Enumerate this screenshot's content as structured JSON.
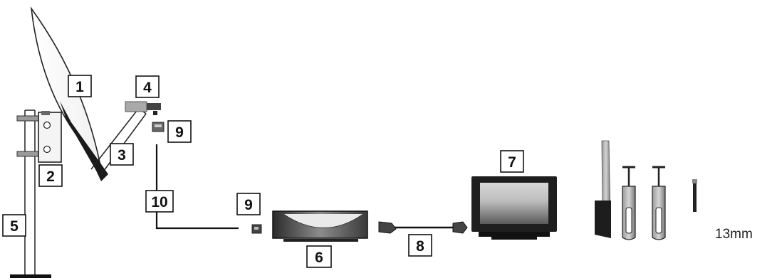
{
  "labels": {
    "dish": "1",
    "bracket": "2",
    "arm": "3",
    "lnb": "4",
    "mast": "5",
    "receiver": "6",
    "tv": "7",
    "scart_cable": "8",
    "connector_top": "9",
    "connector_bottom": "9",
    "coax_cable": "10"
  },
  "tools_note": "13mm",
  "colors": {
    "line": "#111111",
    "frame": "#222222",
    "grey": "#8a8a8a"
  }
}
